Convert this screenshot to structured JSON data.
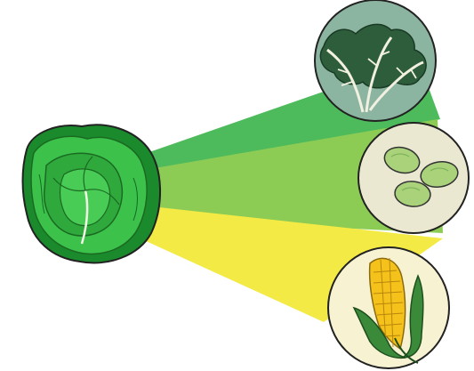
{
  "diagram": {
    "source": {
      "icon": "cabbage-icon"
    },
    "beams": [
      {
        "name": "beam-to-leafy-greens",
        "color": "#4dbb5c",
        "target": "leafy-greens-icon"
      },
      {
        "name": "beam-to-beans",
        "color": "#8ccc55",
        "target": "beans-icon"
      },
      {
        "name": "beam-to-corn",
        "color": "#f3ea45",
        "target": "corn-icon"
      }
    ],
    "targets": [
      {
        "name": "leafy-greens-circle",
        "icon": "leafy-greens-icon",
        "background": "#8bb5a1"
      },
      {
        "name": "beans-circle",
        "icon": "beans-icon",
        "background": "#ebe8d2"
      },
      {
        "name": "corn-circle",
        "icon": "corn-icon",
        "background": "#f7f3d2"
      }
    ],
    "colors": {
      "cabbage_light": "#3cc24a",
      "cabbage_dark": "#1a8a2c",
      "outline": "#222222",
      "kale": "#2e5d3c",
      "bean": "#a9d27a",
      "corn_kernel": "#f5c21c",
      "husk": "#3a8a3a"
    }
  }
}
